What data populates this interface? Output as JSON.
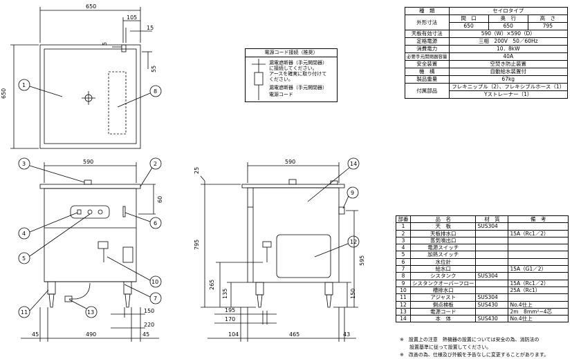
{
  "top_view": {
    "dims": {
      "width": "650",
      "depth": "650",
      "d105": "105",
      "d15": "15",
      "d5": "5",
      "d55": "55"
    },
    "callouts": [
      "1",
      "8"
    ]
  },
  "front_view": {
    "dims": {
      "top_width": "590",
      "d60": "60",
      "d45a": "45",
      "d490": "490",
      "d45b": "45",
      "d150": "150",
      "d220": "220"
    },
    "callouts": [
      "3",
      "2",
      "4",
      "6",
      "5",
      "10",
      "7",
      "11",
      "13"
    ]
  },
  "side_view": {
    "dims": {
      "top_width": "590",
      "d25": "25",
      "d795": "795",
      "d595": "595",
      "d265": "265",
      "d135": "135",
      "d150": "150",
      "d195": "195",
      "d170": "170",
      "d104": "104",
      "d465": "465",
      "d43": "43"
    },
    "callouts": [
      "14",
      "9",
      "12"
    ]
  },
  "cord_box": {
    "title": "電源コード接続（推奨）",
    "line1": "漏電遮断器（手元開閉器）",
    "line2": "に接続してください。",
    "line3": "アースを確実に取り付けて",
    "line4": "ください。",
    "label1": "漏電遮断器（手元開閉器）",
    "label2": "電源コード"
  },
  "spec_table": {
    "type_label": "種　類",
    "type_value": "セイロタイプ",
    "dim_label": "外形寸法",
    "dim_headers": [
      "間　口",
      "奥　行",
      "高　さ"
    ],
    "dim_values": [
      "650",
      "650",
      "795"
    ],
    "rows": [
      {
        "label": "天板有効寸法",
        "value": "590（W）×590（D）"
      },
      {
        "label": "定格電源",
        "value": "三相　200V　50／60Hz"
      },
      {
        "label": "消費電力",
        "value": "10．8kW"
      },
      {
        "label": "必要手元開閉器容量",
        "value": "40A"
      },
      {
        "label": "安全装置",
        "value": "空焚き防止装置"
      },
      {
        "label": "機　構",
        "value": "自動給水装置付"
      },
      {
        "label": "製品重量",
        "value": "67kg"
      }
    ],
    "acc_label": "付属部品",
    "acc_line1": "フレキニップル（2）、フレキシブルホース（1）",
    "acc_line2": "Yストレーナー（1）"
  },
  "parts_table": {
    "headers": [
      "部番",
      "品　名",
      "材　質",
      "備　考"
    ],
    "rows": [
      {
        "no": "1",
        "name": "天　板",
        "mat": "SUS304",
        "note": ""
      },
      {
        "no": "2",
        "name": "天板排水口",
        "mat": "",
        "note": "15A（Rc1／2）"
      },
      {
        "no": "3",
        "name": "蒸気噴出口",
        "mat": "",
        "note": ""
      },
      {
        "no": "4",
        "name": "電源スイッチ",
        "mat": "",
        "note": ""
      },
      {
        "no": "5",
        "name": "加熱スイッチ",
        "mat": "",
        "note": ""
      },
      {
        "no": "6",
        "name": "水位計",
        "mat": "",
        "note": ""
      },
      {
        "no": "7",
        "name": "給水口",
        "mat": "",
        "note": "15A（G1／2）"
      },
      {
        "no": "8",
        "name": "シスタンク",
        "mat": "SUS304",
        "note": ""
      },
      {
        "no": "9",
        "name": "シスタンクオーバーフロー",
        "mat": "",
        "note": "15A（Rc1／2）"
      },
      {
        "no": "10",
        "name": "槽排水口",
        "mat": "",
        "note": "25A（Rc1）"
      },
      {
        "no": "11",
        "name": "アジャスト",
        "mat": "SUS304",
        "note": ""
      },
      {
        "no": "12",
        "name": "側点検板",
        "mat": "SUS430",
        "note": "No.4仕上"
      },
      {
        "no": "13",
        "name": "電源コード",
        "mat": "",
        "note": "2m　8mm²−4芯"
      },
      {
        "no": "14",
        "name": "本　体",
        "mat": "SUS430",
        "note": "No.4仕上"
      }
    ]
  },
  "notes": [
    "※　設置上の注意　熱機器の設置については安全の為、消防法の",
    "　　設置基準に従って設置してください。",
    "※　改善の為、仕様及び外観を予告なしに変更することがあります。"
  ]
}
